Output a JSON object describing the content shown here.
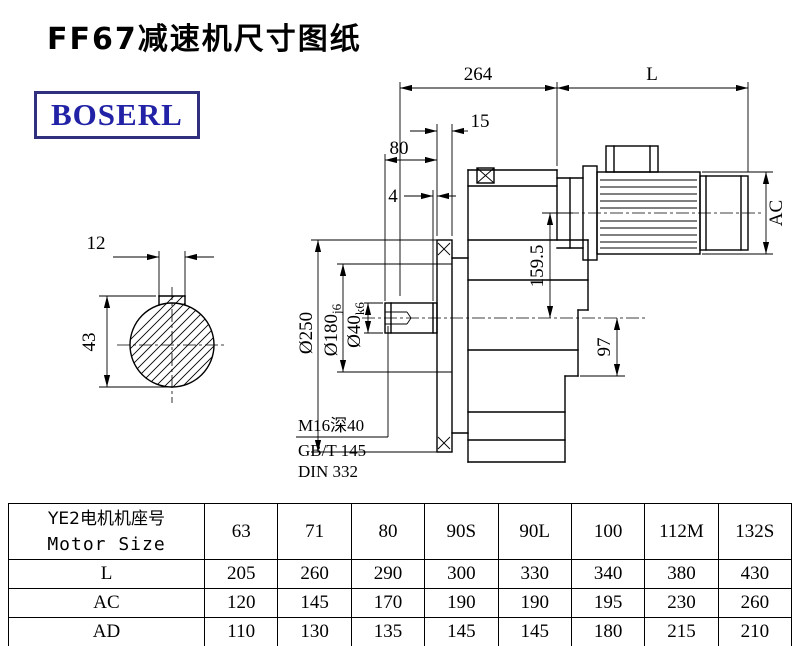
{
  "page": {
    "title": "FF67减速机尺寸图纸",
    "brand": "BOSERL"
  },
  "drawing": {
    "dims": {
      "overall_length": "264",
      "motor_length": "L",
      "flange_thickness": "15",
      "shaft_length": "80",
      "gap": "4",
      "key_width": "12",
      "key_height": "43",
      "flange_od": "Ø250",
      "spigot_d": "Ø180",
      "spigot_fit": "j6",
      "shaft_d": "Ø40",
      "shaft_fit": "k6",
      "center_height": "159.5",
      "foot_height": "97",
      "motor_od": "AC"
    },
    "notes": {
      "tap": "M16深40",
      "std1": "GB/T 145",
      "std2": "DIN 332"
    }
  },
  "table": {
    "header": {
      "line1": "YE2电机机座号",
      "line2": "Motor Size"
    },
    "sizes": [
      "63",
      "71",
      "80",
      "90S",
      "90L",
      "100",
      "112M",
      "132S"
    ],
    "rows": [
      {
        "label": "L",
        "values": [
          "205",
          "260",
          "290",
          "300",
          "330",
          "340",
          "380",
          "430"
        ]
      },
      {
        "label": "AC",
        "values": [
          "120",
          "145",
          "170",
          "190",
          "190",
          "195",
          "230",
          "260"
        ]
      },
      {
        "label": "AD",
        "values": [
          "110",
          "130",
          "135",
          "145",
          "145",
          "180",
          "215",
          "210"
        ]
      }
    ]
  }
}
